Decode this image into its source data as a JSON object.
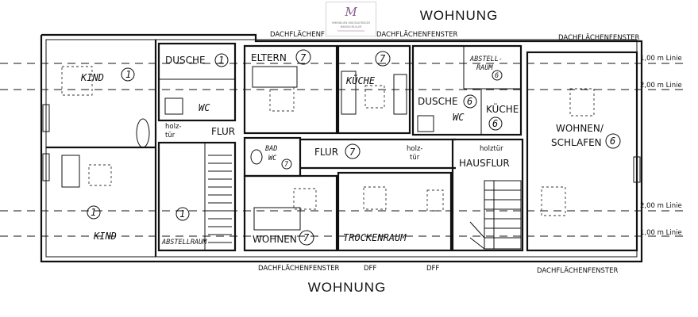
{
  "header": {
    "logo_mark": "M",
    "logo_line1": "IMMOBILIEN UND BAUTRÄGER",
    "logo_line2": "MARION MÜLLER",
    "title_top": "WOHNUNG",
    "title_bottom": "WOHNUNG"
  },
  "top_labels": [
    "DACHFLÄCHENF",
    "DACHFLÄCHENFENSTER",
    "DACHFLÄCHENFENSTER"
  ],
  "bottom_labels": [
    "DACHFLÄCHENFENSTER",
    "DFF",
    "DFF",
    "DACHFLÄCHENFENSTER"
  ],
  "lines": {
    "right_top_1": "1,00  m Linie",
    "right_top_2": "2,00  m Linie",
    "right_bottom_2": "2,00  m Linie",
    "right_bottom_1": "1,00  m Linie"
  },
  "rooms": {
    "kind_top": "KIND",
    "kind_top_num": "1",
    "kind_bottom": "KIND",
    "kind_bottom_num": "1",
    "dusche_left": "DUSCHE",
    "dusche_left_num": "1",
    "wc_left": "WC",
    "flur_left": "FLUR",
    "holztuer_left_1": "holz-",
    "holztuer_left_2": "tür",
    "abstell_left": "ABSTELLRAUM",
    "abstell_left_num": "1",
    "eltern": "ELTERN",
    "eltern_num": "7",
    "bad": "BAD",
    "wc_mid": "WC",
    "bad_num": "7",
    "wohnen_mid": "WOHNEN",
    "wohnen_mid_num": "7",
    "kueche_mid": "KÜCHE",
    "kueche_mid_num": "7",
    "flur_mid": "FLUR",
    "flur_mid_num": "7",
    "trockenraum": "TROCKENRAUM",
    "holztuer_mid_1": "holz-",
    "holztuer_mid_2": "tür",
    "abstell_right_1": "ABSTELL-",
    "abstell_right_2": "RAUM",
    "abstell_right_num": "6",
    "dusche_right": "DUSCHE",
    "dusche_right_num": "6",
    "wc_right": "WC",
    "kueche_right": "KÜCHE",
    "kueche_right_num": "6",
    "holztuer_right": "holztür",
    "hausflur": "HAUSFLUR",
    "wohnen_schlafen_1": "WOHNEN/",
    "wohnen_schlafen_2": "SCHLAFEN",
    "wohnen_schlafen_num": "6"
  }
}
